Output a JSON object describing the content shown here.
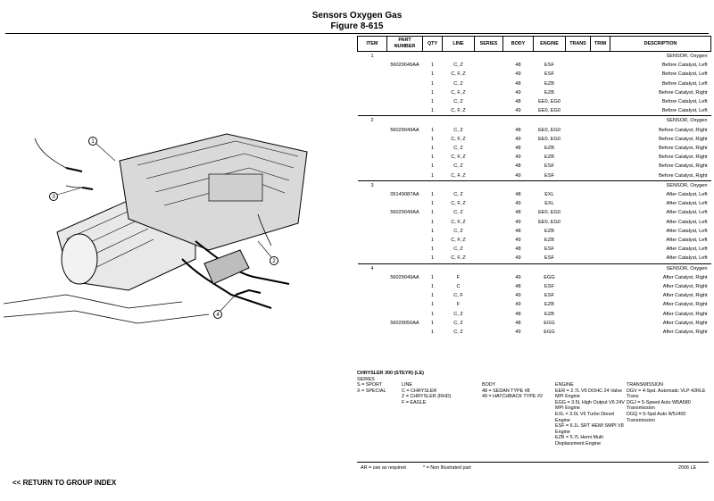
{
  "header": {
    "title": "Sensors Oxygen Gas",
    "figure": "Figure 8-615"
  },
  "table": {
    "columns": [
      "ITEM",
      "PART NUMBER",
      "QTY",
      "LINE",
      "SERIES",
      "BODY",
      "ENGINE",
      "TRANS",
      "TRIM",
      "DESCRIPTION"
    ],
    "rows": [
      {
        "item": "1",
        "part": "",
        "qty": "",
        "line": "",
        "series": "",
        "body": "",
        "engine": "",
        "trans": "",
        "trim": "",
        "desc": "SENSOR, Oxygen"
      },
      {
        "item": "",
        "part": "56029049AA",
        "qty": "1",
        "line": "C, Z",
        "series": "",
        "body": "48",
        "engine": "ESF",
        "trans": "",
        "trim": "",
        "desc": "Before Catalyst, Left"
      },
      {
        "item": "",
        "part": "",
        "qty": "1",
        "line": "C, F, Z",
        "series": "",
        "body": "49",
        "engine": "ESF",
        "trans": "",
        "trim": "",
        "desc": "Before Catalyst, Left"
      },
      {
        "item": "",
        "part": "",
        "qty": "1",
        "line": "C, Z",
        "series": "",
        "body": "48",
        "engine": "EZB",
        "trans": "",
        "trim": "",
        "desc": "Before Catalyst, Left"
      },
      {
        "item": "",
        "part": "",
        "qty": "1",
        "line": "C, F, Z",
        "series": "",
        "body": "49",
        "engine": "EZB",
        "trans": "",
        "trim": "",
        "desc": "Before Catalyst, Right"
      },
      {
        "item": "",
        "part": "",
        "qty": "1",
        "line": "C, Z",
        "series": "",
        "body": "48",
        "engine": "EE0, EG0",
        "trans": "",
        "trim": "",
        "desc": "Before Catalyst, Left"
      },
      {
        "item": "",
        "part": "",
        "qty": "1",
        "line": "C, F, Z",
        "series": "",
        "body": "49",
        "engine": "EE0, EG0",
        "trans": "",
        "trim": "",
        "desc": "Before Catalyst, Left"
      },
      {
        "item": "2",
        "part": "",
        "qty": "",
        "line": "",
        "series": "",
        "body": "",
        "engine": "",
        "trans": "",
        "trim": "",
        "desc": "SENSOR, Oxygen",
        "sep": true
      },
      {
        "item": "",
        "part": "56029049AA",
        "qty": "1",
        "line": "C, Z",
        "series": "",
        "body": "48",
        "engine": "EE0, EG0",
        "trans": "",
        "trim": "",
        "desc": "Before Catalyst, Right"
      },
      {
        "item": "",
        "part": "",
        "qty": "1",
        "line": "C, F, Z",
        "series": "",
        "body": "49",
        "engine": "EE0, EG0",
        "trans": "",
        "trim": "",
        "desc": "Before Catalyst, Right"
      },
      {
        "item": "",
        "part": "",
        "qty": "1",
        "line": "C, Z",
        "series": "",
        "body": "48",
        "engine": "EZB",
        "trans": "",
        "trim": "",
        "desc": "Before Catalyst, Right"
      },
      {
        "item": "",
        "part": "",
        "qty": "1",
        "line": "C, F, Z",
        "series": "",
        "body": "49",
        "engine": "EZB",
        "trans": "",
        "trim": "",
        "desc": "Before Catalyst, Right"
      },
      {
        "item": "",
        "part": "",
        "qty": "1",
        "line": "C, Z",
        "series": "",
        "body": "48",
        "engine": "ESF",
        "trans": "",
        "trim": "",
        "desc": "Before Catalyst, Right"
      },
      {
        "item": "",
        "part": "",
        "qty": "1",
        "line": "C, F, Z",
        "series": "",
        "body": "49",
        "engine": "ESF",
        "trans": "",
        "trim": "",
        "desc": "Before Catalyst, Right"
      },
      {
        "item": "3",
        "part": "",
        "qty": "",
        "line": "",
        "series": "",
        "body": "",
        "engine": "",
        "trans": "",
        "trim": "",
        "desc": "SENSOR, Oxygen",
        "sep": true
      },
      {
        "item": "",
        "part": "05149087AA",
        "qty": "1",
        "line": "C, Z",
        "series": "",
        "body": "48",
        "engine": "EXL",
        "trans": "",
        "trim": "",
        "desc": "After Catalyst, Left"
      },
      {
        "item": "",
        "part": "",
        "qty": "1",
        "line": "C, F, Z",
        "series": "",
        "body": "49",
        "engine": "EXL",
        "trans": "",
        "trim": "",
        "desc": "After Catalyst, Left"
      },
      {
        "item": "",
        "part": "56029049AA",
        "qty": "1",
        "line": "C, Z",
        "series": "",
        "body": "48",
        "engine": "EE0, EG0",
        "trans": "",
        "trim": "",
        "desc": "After Catalyst, Left"
      },
      {
        "item": "",
        "part": "",
        "qty": "1",
        "line": "C, F, Z",
        "series": "",
        "body": "49",
        "engine": "EE0, EG0",
        "trans": "",
        "trim": "",
        "desc": "After Catalyst, Left"
      },
      {
        "item": "",
        "part": "",
        "qty": "1",
        "line": "C, Z",
        "series": "",
        "body": "48",
        "engine": "EZB",
        "trans": "",
        "trim": "",
        "desc": "After Catalyst, Left"
      },
      {
        "item": "",
        "part": "",
        "qty": "1",
        "line": "C, F, Z",
        "series": "",
        "body": "49",
        "engine": "EZB",
        "trans": "",
        "trim": "",
        "desc": "After Catalyst, Left"
      },
      {
        "item": "",
        "part": "",
        "qty": "1",
        "line": "C, Z",
        "series": "",
        "body": "48",
        "engine": "ESF",
        "trans": "",
        "trim": "",
        "desc": "After Catalyst, Left"
      },
      {
        "item": "",
        "part": "",
        "qty": "1",
        "line": "C, F, Z",
        "series": "",
        "body": "49",
        "engine": "ESF",
        "trans": "",
        "trim": "",
        "desc": "After Catalyst, Left"
      },
      {
        "item": "4",
        "part": "",
        "qty": "",
        "line": "",
        "series": "",
        "body": "",
        "engine": "",
        "trans": "",
        "trim": "",
        "desc": "SENSOR, Oxygen",
        "sep": true
      },
      {
        "item": "",
        "part": "56029049AA",
        "qty": "1",
        "line": "F",
        "series": "",
        "body": "49",
        "engine": "EGG",
        "trans": "",
        "trim": "",
        "desc": "After Catalyst, Right"
      },
      {
        "item": "",
        "part": "",
        "qty": "1",
        "line": "C",
        "series": "",
        "body": "48",
        "engine": "ESF",
        "trans": "",
        "trim": "",
        "desc": "After Catalyst, Right"
      },
      {
        "item": "",
        "part": "",
        "qty": "1",
        "line": "C, F",
        "series": "",
        "body": "49",
        "engine": "ESF",
        "trans": "",
        "trim": "",
        "desc": "After Catalyst, Right"
      },
      {
        "item": "",
        "part": "",
        "qty": "1",
        "line": "F",
        "series": "",
        "body": "49",
        "engine": "EZB",
        "trans": "",
        "trim": "",
        "desc": "After Catalyst, Right"
      },
      {
        "item": "",
        "part": "",
        "qty": "1",
        "line": "C, Z",
        "series": "",
        "body": "48",
        "engine": "EZB",
        "trans": "",
        "trim": "",
        "desc": "After Catalyst, Right"
      },
      {
        "item": "",
        "part": "56029050AA",
        "qty": "1",
        "line": "C, Z",
        "series": "",
        "body": "48",
        "engine": "EGG",
        "trans": "",
        "trim": "",
        "desc": "After Catalyst, Right"
      },
      {
        "item": "",
        "part": "",
        "qty": "1",
        "line": "C, Z",
        "series": "",
        "body": "49",
        "engine": "EGG",
        "trans": "",
        "trim": "",
        "desc": "After Catalyst, Right"
      }
    ]
  },
  "callouts": [
    "1",
    "2",
    "3",
    "4"
  ],
  "legend": {
    "model": "CHRYSLER 300 (STEYR) (LE)",
    "series": {
      "heading": "SERIES",
      "items": [
        "S = SPORT",
        "X = SPECIAL"
      ]
    },
    "line": {
      "heading": "LINE",
      "items": [
        "C = CHRYSLER",
        "Z = CHRYSLER (RHD)",
        "F = EAGLE"
      ]
    },
    "body": {
      "heading": "BODY",
      "items": [
        "48 = SEDAN TYPE #8",
        "49 = HATCHBACK TYPE #2"
      ]
    },
    "engine": {
      "heading": "ENGINE",
      "items": [
        "EER = 2.7L V6 DOHC 24 Valve MPI Engine",
        "EGG = 3.5L High Output V6 24V MPI Engine",
        "EXL = 3.0L V6 Turbo Diesel Engine",
        "ESF = 6.1L SRT HEMI SMPI V8 Engine",
        "EZB = 5.7L Hemi Multi Displacement Engine"
      ]
    },
    "transmission": {
      "heading": "TRANSMISSION",
      "items": [
        "DGV = 4-Spd. Automatic VLP 42RLE Trans",
        "DGJ = 5-Speed Auto W5A580 Transmission",
        "DGQ = 5-Spd Auto W5J400 Transmission"
      ]
    }
  },
  "footer": {
    "ar_note": "AR = use as required",
    "non_illustrated": "* = Non Illustrated part",
    "year": "2006 LE",
    "return_link": "<< RETURN TO GROUP INDEX"
  }
}
